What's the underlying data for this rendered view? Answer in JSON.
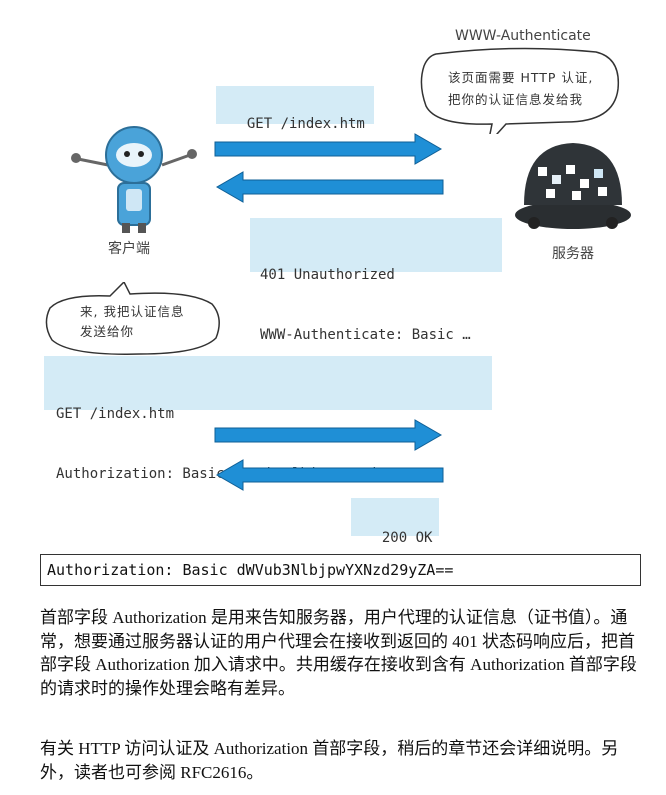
{
  "diagram": {
    "header_label": "WWW-Authenticate",
    "client_label": "客户端",
    "server_label": "服务器",
    "server_bubble_lines": [
      "该页面需要 HTTP 认证,",
      "把你的认证信息发给我"
    ],
    "client_bubble_lines": [
      "来, 我把认证信息",
      "发送给你"
    ],
    "msg1": "GET /index.htm",
    "msg2_lines": [
      "401 Unauthorized",
      "WWW-Authenticate: Basic …"
    ],
    "msg3_lines": [
      "GET /index.htm",
      "Authorization: Basic dWVub3NlbjpwYXNzd29yZA=="
    ],
    "msg4": "200 OK",
    "colors": {
      "arrow": "#1f8fd6",
      "box": "#d4ebf6",
      "robot": "#4aa3d9",
      "server": "#2f3438"
    }
  },
  "code_example": "Authorization: Basic dWVub3NlbjpwYXNzd29yZA==",
  "paragraph1": "首部字段 Authorization 是用来告知服务器，用户代理的认证信息（证书值）。通常，想要通过服务器认证的用户代理会在接收到返回的 401 状态码响应后，把首部字段 Authorization 加入请求中。共用缓存在接收到含有 Authorization 首部字段的请求时的操作处理会略有差异。",
  "paragraph2": "有关 HTTP 访问认证及 Authorization 首部字段，稍后的章节还会详细说明。另外，读者也可参阅 RFC2616。"
}
